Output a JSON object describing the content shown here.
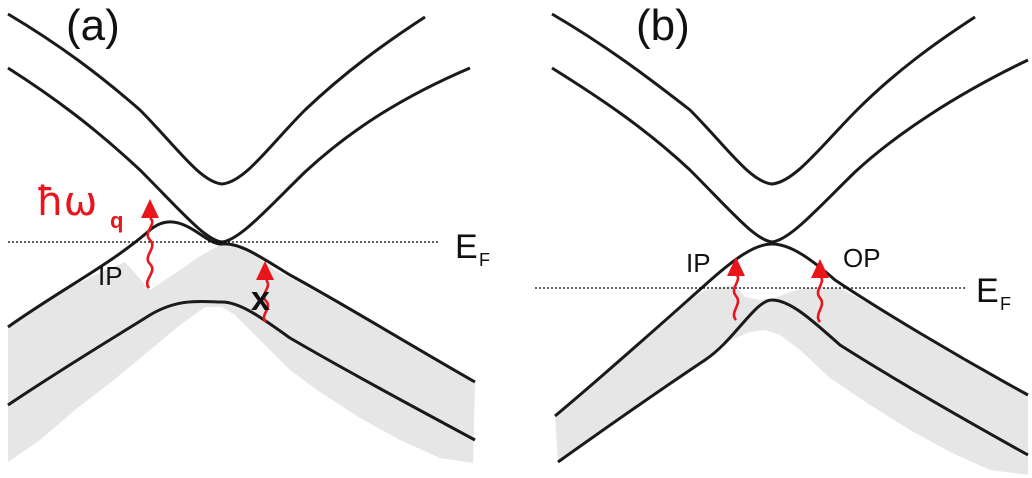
{
  "panels": [
    {
      "label": "(a)",
      "fermi_label": "E",
      "fermi_sub": "F",
      "transition_label": "IP",
      "phonon_symbol": "ħω",
      "phonon_sub": "q",
      "blocked_mark": "x"
    },
    {
      "label": "(b)",
      "fermi_label": "E",
      "fermi_sub": "F",
      "transition_label_left": "IP",
      "transition_label_right": "OP"
    }
  ],
  "colors": {
    "band": "#1a1a1a",
    "filled": "#e6e6e6",
    "phonon": "#e8151b"
  },
  "icons": {
    "phonon_arrow": "wavy-up-arrow-icon"
  }
}
